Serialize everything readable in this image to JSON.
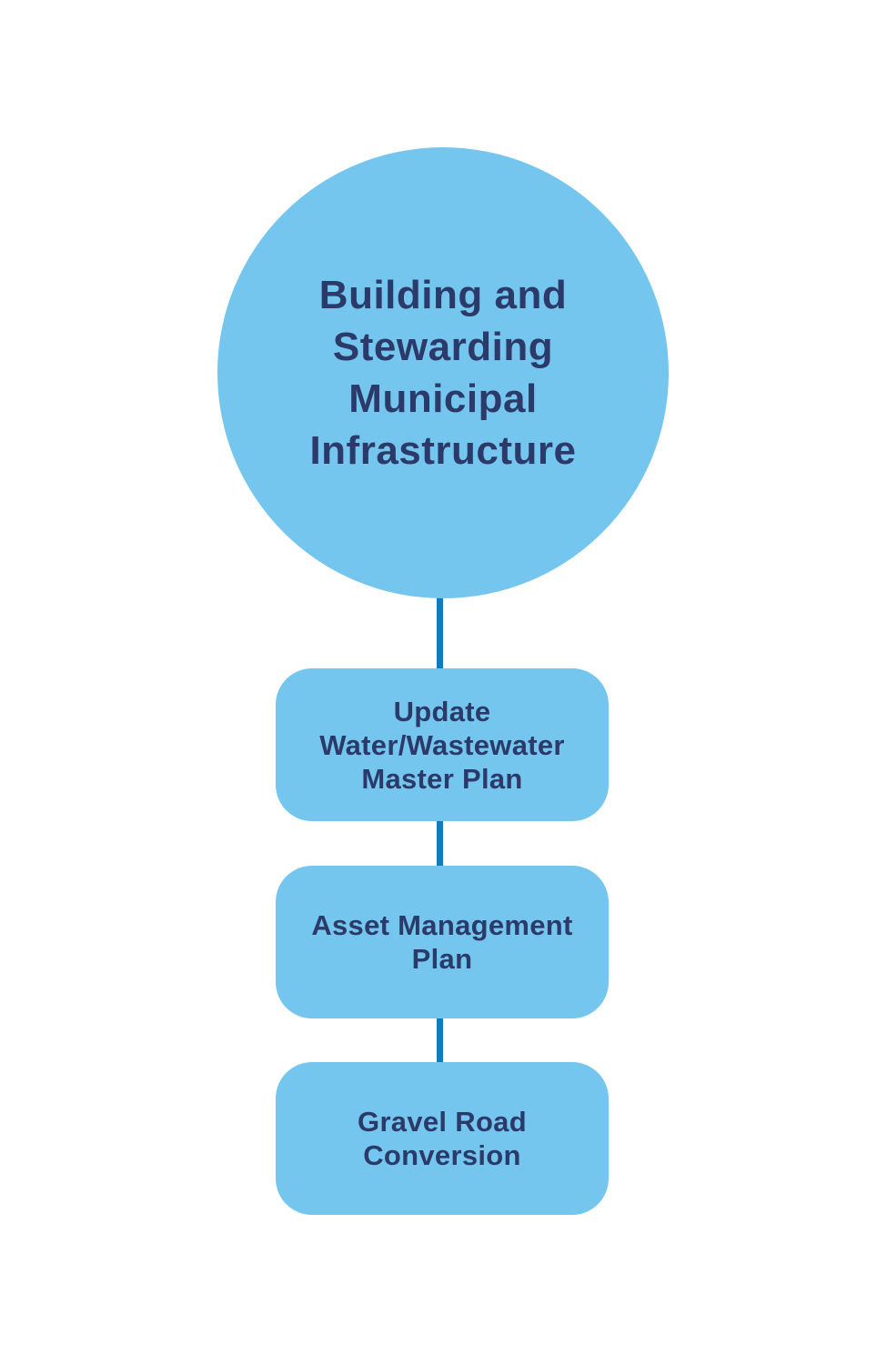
{
  "colors": {
    "background": "#FFFFFF",
    "node_fill": "#74C6EF",
    "connector": "#0D7DC2",
    "text": "#2C3A6A"
  },
  "diagram": {
    "type": "hierarchy-flow",
    "root": {
      "label": "Building and Stewarding Municipal Infrastructure"
    },
    "children": [
      {
        "label": "Update Water/Wastewater Master Plan"
      },
      {
        "label": "Asset Management Plan"
      },
      {
        "label": "Gravel Road Conversion"
      }
    ]
  }
}
